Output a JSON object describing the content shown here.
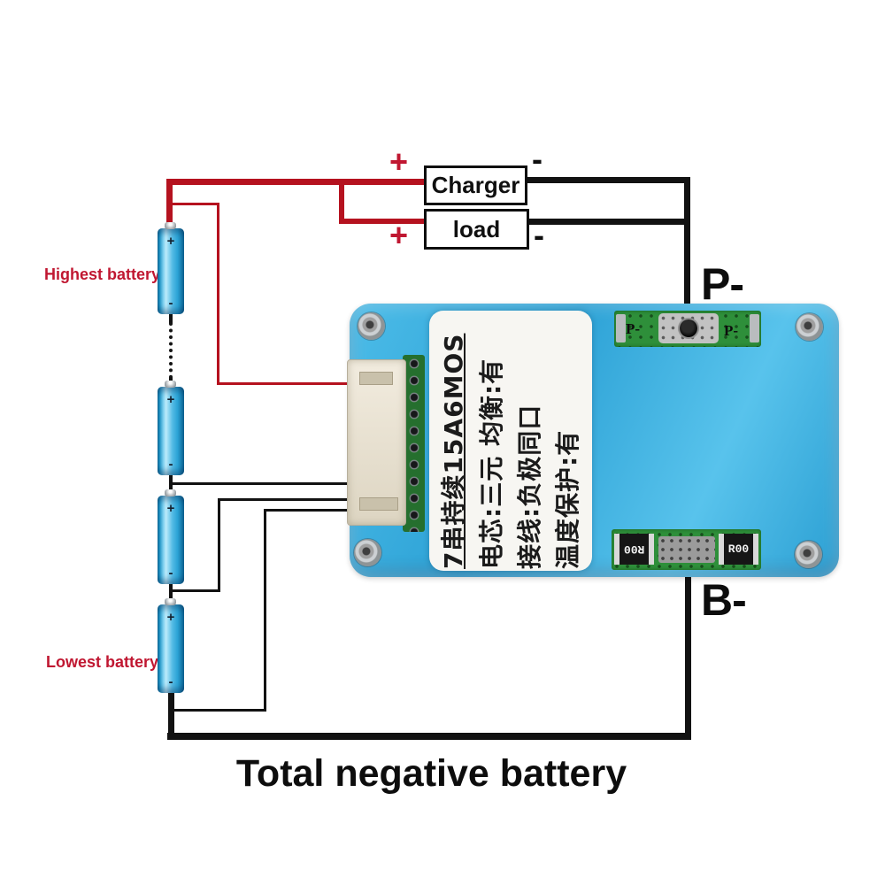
{
  "colors": {
    "wire-red": "#b5121f",
    "wire-black": "#121212",
    "red-text": "#c01731",
    "pcb-green": "#2e8f3a",
    "label-bg": "#f7f6f2"
  },
  "top": {
    "charger_label": "Charger",
    "load_label": "load",
    "charger_plus": "+",
    "charger_minus": "-",
    "load_plus": "+",
    "load_minus": "-"
  },
  "battery_chain": {
    "highest_label": "Highest battery",
    "lowest_label": "Lowest battery",
    "plus_symbol": "+",
    "minus_symbol": "-"
  },
  "board": {
    "info_lines": [
      "7串持续15A6MOS",
      "电芯:三元 均衡:有",
      "接线:负极同口",
      "温度保护:有"
    ],
    "top_pad_left": "P-",
    "top_pad_right": "P-",
    "chip_left": "R00",
    "chip_right": "R00",
    "p_minus_label": "P-",
    "b_minus_label": "B-"
  },
  "footer": {
    "title": "Total negative battery"
  }
}
